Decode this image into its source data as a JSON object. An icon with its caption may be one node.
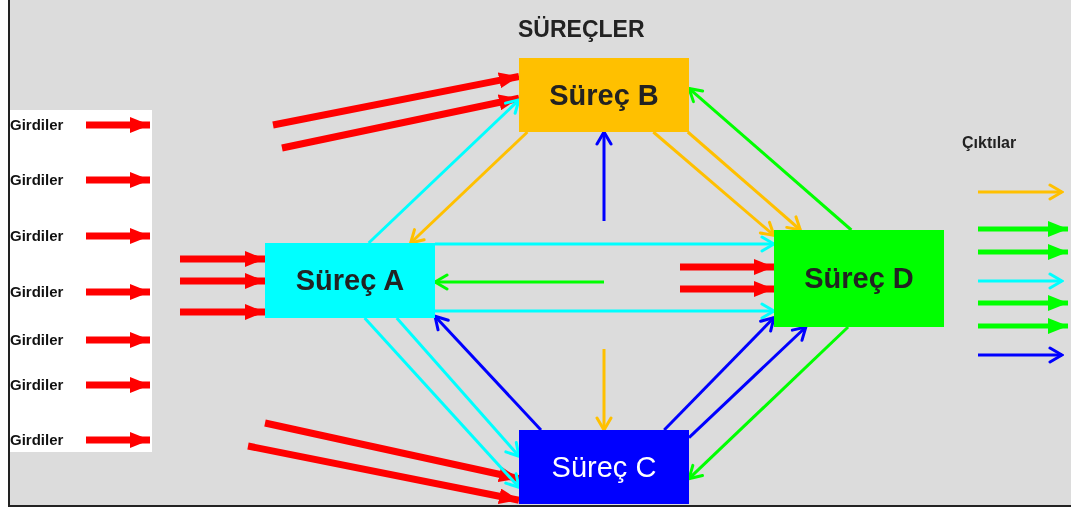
{
  "diagram": {
    "title": "SÜREÇLER",
    "nodes": [
      {
        "text": [
          "Süreç A"
        ]
      },
      {
        "text": [
          "Süreç B"
        ]
      },
      {
        "text": [
          "Süreç C"
        ]
      },
      {
        "text": [
          "Süreç D"
        ]
      },
      {
        "text": [],
        "shape": "box"
      },
      {
        "text": [
          "Girdiler"
        ],
        "in": 4
      },
      {
        "text": [
          "Girdiler"
        ],
        "in": 4
      },
      {
        "text": [
          "Girdiler"
        ],
        "in": 4
      },
      {
        "text": [
          "Girdiler"
        ],
        "in": 4
      },
      {
        "text": [
          "Girdiler"
        ],
        "in": 4
      },
      {
        "text": [
          "Girdiler"
        ],
        "in": 4
      },
      {
        "text": [
          "Girdiler"
        ],
        "in": 4
      }
    ],
    "edges": [
      {
        "from": 5,
        "to": null,
        "arrow": "to",
        "style": "thick",
        "color": "#ff0000"
      },
      {
        "from": 6,
        "to": null,
        "arrow": "to",
        "style": "thick",
        "color": "#ff0000"
      },
      {
        "from": 7,
        "to": null,
        "arrow": "to",
        "style": "thick",
        "color": "#ff0000"
      },
      {
        "from": 8,
        "to": null,
        "arrow": "to",
        "style": "thick",
        "color": "#ff0000"
      },
      {
        "from": 9,
        "to": null,
        "arrow": "to",
        "style": "thick",
        "color": "#ff0000"
      },
      {
        "from": 10,
        "to": null,
        "arrow": "to",
        "style": "thick",
        "color": "#ff0000"
      },
      {
        "from": 11,
        "to": null,
        "arrow": "to",
        "style": "thick",
        "color": "#ff0000"
      },
      {
        "from": null,
        "to": 0,
        "arrow": "to",
        "style": "thick",
        "color": "#ff0000"
      },
      {
        "from": null,
        "to": 0,
        "arrow": "to",
        "style": "thick",
        "color": "#ff0000"
      },
      {
        "from": null,
        "to": 0,
        "arrow": "to",
        "style": "thick",
        "color": "#ff0000"
      },
      {
        "from": null,
        "to": 1,
        "arrow": "to",
        "style": "thick",
        "color": "#ff0000"
      },
      {
        "from": null,
        "to": 1,
        "arrow": "to",
        "style": "thick",
        "color": "#ff0000"
      },
      {
        "from": null,
        "to": 2,
        "arrow": "to",
        "style": "thick",
        "color": "#ff0000"
      },
      {
        "from": null,
        "to": 2,
        "arrow": "to",
        "style": "thick",
        "color": "#ff0000"
      },
      {
        "from": null,
        "to": 3,
        "arrow": "to",
        "style": "thick",
        "color": "#ff0000"
      },
      {
        "from": null,
        "to": 3,
        "arrow": "to",
        "style": "thick",
        "color": "#ff0000"
      },
      {
        "from": 0,
        "to": 1,
        "arrow": "to",
        "color": "#00ffff"
      },
      {
        "from": 1,
        "to": 0,
        "arrow": "to",
        "color": "#ffc000"
      },
      {
        "from": 0,
        "to": 2,
        "arrow": "to",
        "color": "#00ffff"
      },
      {
        "from": 0,
        "to": 2,
        "arrow": "to",
        "color": "#00ffff"
      },
      {
        "from": 2,
        "to": 0,
        "arrow": "to",
        "color": "#0000ff"
      },
      {
        "from": 0,
        "to": 3,
        "arrow": "to",
        "color": "#00ffff"
      },
      {
        "from": 0,
        "to": 3,
        "arrow": "to",
        "color": "#00ffff"
      },
      {
        "from": null,
        "to": 0,
        "arrow": "to",
        "color": "#00ff00"
      },
      {
        "from": null,
        "to": 1,
        "arrow": "to",
        "color": "#0000ff"
      },
      {
        "from": null,
        "to": 2,
        "arrow": "to",
        "color": "#ffc000"
      },
      {
        "from": 1,
        "to": 3,
        "arrow": "to",
        "color": "#ffc000"
      },
      {
        "from": 1,
        "to": 3,
        "arrow": "to",
        "color": "#ffc000"
      },
      {
        "from": 3,
        "to": 1,
        "arrow": "to",
        "color": "#00ff00"
      },
      {
        "from": 2,
        "to": 3,
        "arrow": "to",
        "color": "#0000ff"
      },
      {
        "from": 2,
        "to": 3,
        "arrow": "to",
        "color": "#0000ff"
      },
      {
        "from": 3,
        "to": 2,
        "arrow": "to",
        "color": "#00ff00"
      }
    ],
    "labels": [
      "Çıktılar"
    ]
  }
}
